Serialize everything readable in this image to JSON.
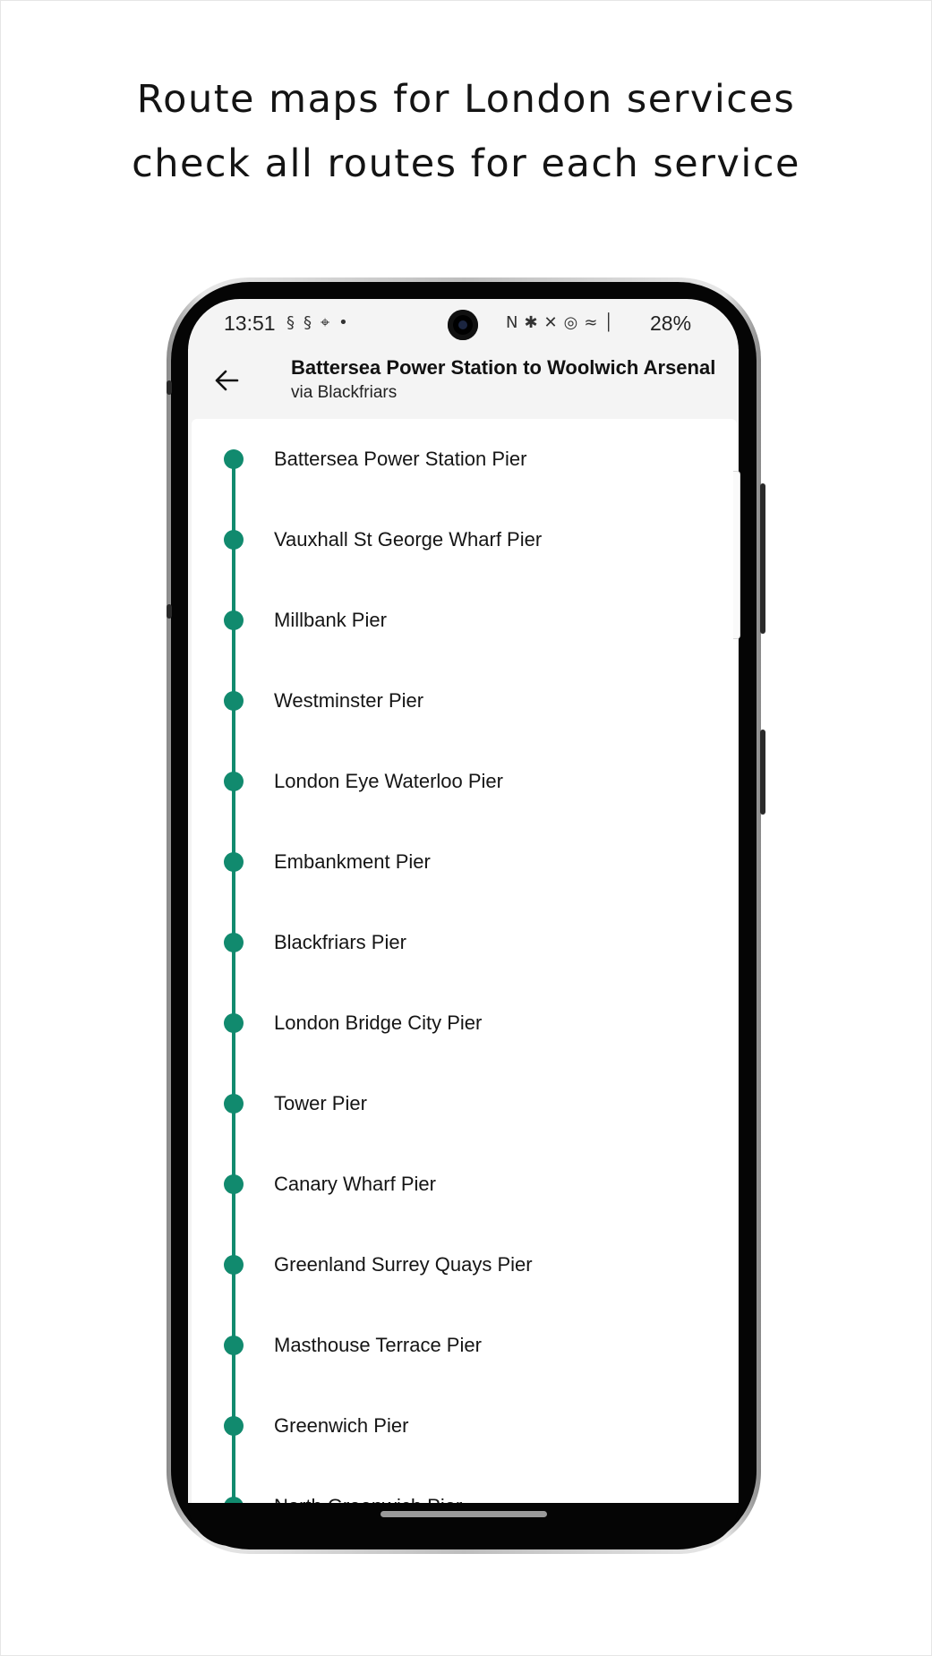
{
  "promo": {
    "line1": "Route maps for London services",
    "line2": "check all routes for each service"
  },
  "statusbar": {
    "time": "13:51",
    "battery": "28%",
    "left_icons": "§§⌖•",
    "right_icons": "N✱✕◎≈│"
  },
  "appbar": {
    "back_icon": "arrow-left-icon",
    "title": "Battersea Power Station to Woolwich Arsenal",
    "subtitle": "via Blackfriars"
  },
  "route_color": "#118a6e",
  "stops": [
    {
      "name": "Battersea Power Station Pier"
    },
    {
      "name": "Vauxhall St George Wharf Pier"
    },
    {
      "name": "Millbank Pier"
    },
    {
      "name": "Westminster Pier"
    },
    {
      "name": "London Eye Waterloo Pier"
    },
    {
      "name": "Embankment Pier"
    },
    {
      "name": "Blackfriars Pier"
    },
    {
      "name": "London Bridge City Pier"
    },
    {
      "name": "Tower Pier"
    },
    {
      "name": "Canary Wharf Pier"
    },
    {
      "name": "Greenland Surrey Quays Pier"
    },
    {
      "name": "Masthouse Terrace Pier"
    },
    {
      "name": "Greenwich Pier"
    },
    {
      "name": "North Greenwich Pier"
    }
  ]
}
